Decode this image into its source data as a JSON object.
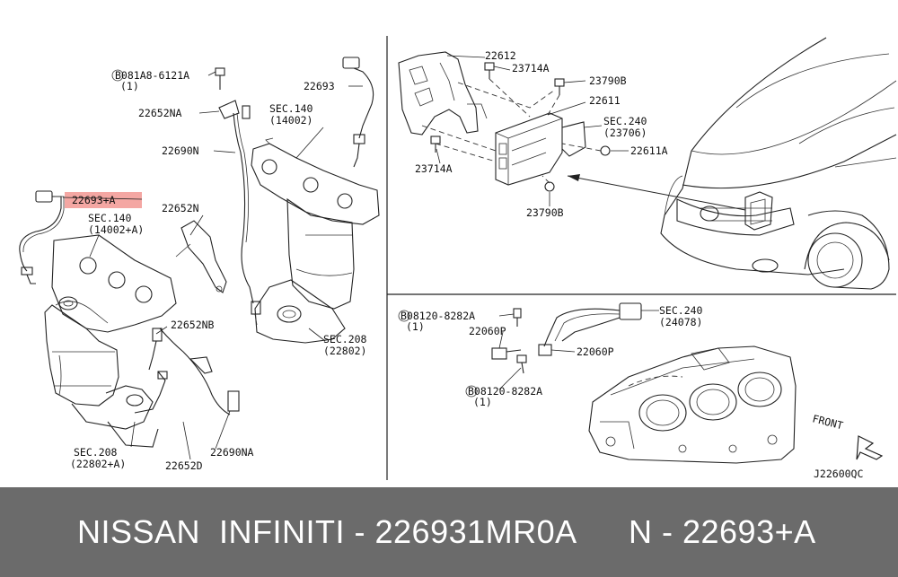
{
  "labels": {
    "bolt_ref_1": "B081A8-6121A",
    "bolt_ref_1_qty": "(1)",
    "sensor_22693": "22693",
    "sensor_22693_a": "22693+A",
    "bracket_22652na": "22652NA",
    "sec140_right": "SEC.140",
    "sec140_right_code": "(14002)",
    "harness_22690n": "22690N",
    "sec140_left": "SEC.140",
    "sec140_left_code": "(14002+A)",
    "bracket_22652n": "22652N",
    "bracket_22652nb": "22652NB",
    "sec208_right": "SEC.208",
    "sec208_right_code": "(22802)",
    "sec208_left": "SEC.208",
    "sec208_left_code": "(22802+A)",
    "bolt_22652d": "22652D",
    "harness_22690na": "22690NA",
    "bracket_22612": "22612",
    "bolt_23714a_top": "23714A",
    "nut_23790b_top": "23790B",
    "ecm_22611": "22611",
    "sec240_top": "SEC.240",
    "sec240_top_code": "(23706)",
    "screw_22611a": "22611A",
    "bolt_23714a_left": "23714A",
    "nut_23790b_bottom": "23790B",
    "bolt_ref_2": "B08120-8282A",
    "bolt_ref_2_qty": "(1)",
    "sec240_bottom": "SEC.240",
    "sec240_bottom_code": "(24078)",
    "sensor_22060p_left": "22060P",
    "sensor_22060p_right": "22060P",
    "bolt_ref_3": "B08120-8282A",
    "bolt_ref_3_qty": "(1)",
    "front": "FRONT",
    "diagram_id": "J22600QC"
  },
  "highlight_color": "#f4a7a3",
  "footer": {
    "brand": "NISSAN  INFINITI - 226931MR0A",
    "code": "N - 22693+A",
    "background": "#6b6b6b"
  }
}
